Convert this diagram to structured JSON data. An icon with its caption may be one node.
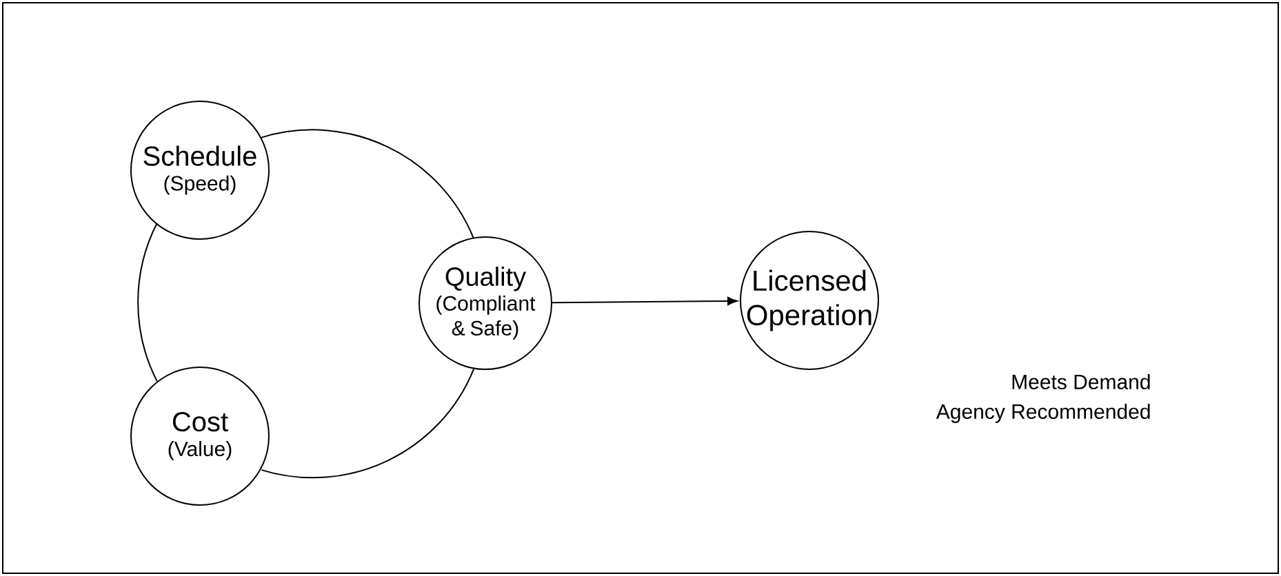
{
  "diagram": {
    "nodes": [
      {
        "text": [
          "Schedule",
          "(Speed)"
        ]
      },
      {
        "text": [
          "Cost",
          "(Value)"
        ]
      },
      {
        "text": [
          "Quality",
          "(Compliant & Safe)"
        ]
      },
      {
        "text": [
          "Licensed Operation"
        ],
        "beside": [
          "Meets Demand",
          "Agency Recommended"
        ]
      }
    ],
    "edges": [
      {
        "from": 0,
        "to": 2,
        "arrow": "none"
      },
      {
        "from": 2,
        "to": 1,
        "arrow": "none"
      },
      {
        "from": 1,
        "to": 0,
        "arrow": "none"
      },
      {
        "from": 2,
        "to": 3,
        "arrow": "to"
      }
    ]
  }
}
